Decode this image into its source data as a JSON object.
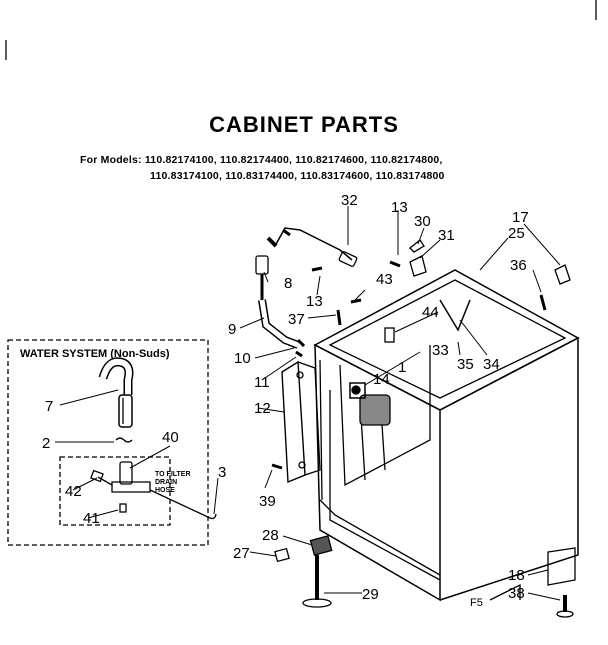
{
  "title": "CABINET PARTS",
  "models_line1": "For Models: 110.82174100, 110.82174400, 110.82174600, 110.82174800,",
  "models_line2": "110.83174100, 110.83174400, 110.83174600, 110.83174800",
  "water_system_label": "WATER SYSTEM (Non-Suds)",
  "filter_note": [
    "TO FILTER",
    "DRAIN",
    "HOSE"
  ],
  "figure_code": "F5",
  "callouts": {
    "c2": "2",
    "c3": "3",
    "c7": "7",
    "c8": "8",
    "c9": "9",
    "c10": "10",
    "c11": "11",
    "c12": "12",
    "c13a": "13",
    "c13b": "13",
    "c14": "14",
    "c17": "17",
    "c18": "18",
    "c25": "25",
    "c27": "27",
    "c28": "28",
    "c29": "29",
    "c30": "30",
    "c31": "31",
    "c32": "32",
    "c33": "33",
    "c34": "34",
    "c35": "35",
    "c36": "36",
    "c37": "37",
    "c38": "38",
    "c39": "39",
    "c40": "40",
    "c41": "41",
    "c42": "42",
    "c43": "43",
    "c44": "44",
    "c1": "1"
  }
}
